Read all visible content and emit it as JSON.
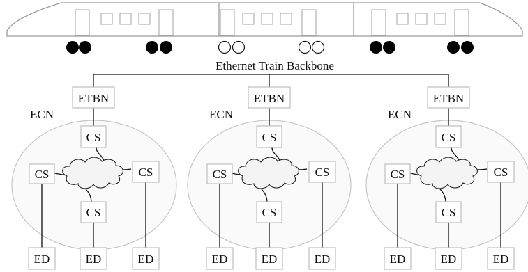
{
  "backbone_label": "Ethernet Train Backbone",
  "segments": [
    {
      "ecn_label": "ECN",
      "etbn_label": "ETBN",
      "switch_top": "CS",
      "switch_left": "CS",
      "switch_right": "CS",
      "switch_bottom": "CS",
      "end_devices": [
        "ED",
        "ED",
        "ED"
      ]
    },
    {
      "ecn_label": "ECN",
      "etbn_label": "ETBN",
      "switch_top": "CS",
      "switch_left": "CS",
      "switch_right": "CS",
      "switch_bottom": "CS",
      "end_devices": [
        "ED",
        "ED",
        "ED"
      ]
    },
    {
      "ecn_label": "ECN",
      "etbn_label": "ETBN",
      "switch_top": "CS",
      "switch_left": "CS",
      "switch_right": "CS",
      "switch_bottom": "CS",
      "end_devices": [
        "ED",
        "ED",
        "ED"
      ]
    }
  ],
  "train": {
    "car_wheels": [
      "filled",
      "hollow",
      "filled"
    ],
    "colors": {
      "filled_wheel": "#000000",
      "hollow_wheel": "#ffffff",
      "outline": "#9a9a9a"
    }
  }
}
